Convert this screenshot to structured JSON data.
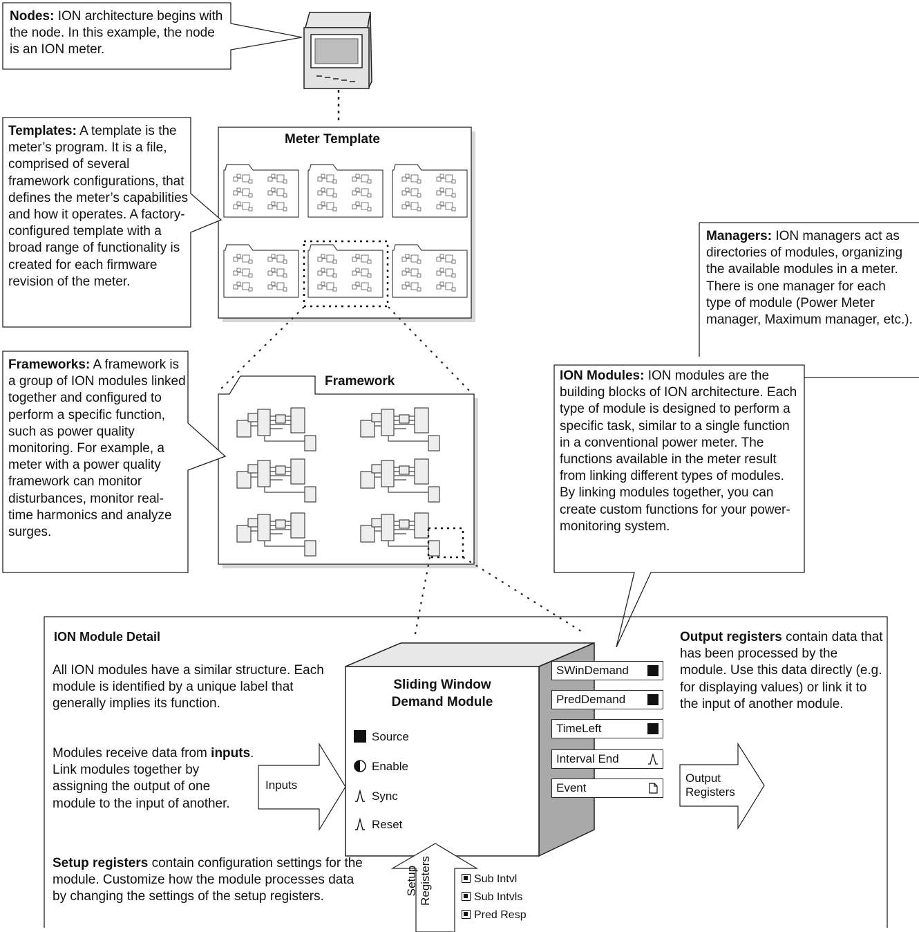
{
  "nodes": {
    "title": "Nodes:",
    "text": "ION architecture begins with the node. In this example, the node is an ION meter."
  },
  "templates": {
    "title": "Templates:",
    "text": "A template is the meter’s program. It is a file, comprised of several framework configurations, that defines the meter’s capabilities and how it operates. A factory-configured template with a broad range of functionality is created for each firmware revision of the meter."
  },
  "frameworks": {
    "title": "Frameworks:",
    "text": "A framework is a group of ION modules linked together and configured to perform a specific function, such as power quality monitoring. For example, a meter with a power quality framework can monitor disturbances, monitor real-time harmonics and analyze surges."
  },
  "managers": {
    "title": "Managers:",
    "text": "ION managers act as directories of modules, organizing the available modules in a meter. There is one manager for each type of module (Power Meter manager, Maximum manager, etc.)."
  },
  "ion_modules": {
    "title": "ION Modules:",
    "text": "ION modules are the building blocks of ION architecture. Each type of module is designed to perform a specific task, similar to a single function in a conventional power meter. The functions available in the meter result from linking different types of modules. By linking modules together, you can create custom functions for your power-monitoring system."
  },
  "meter_template_label": "Meter Template",
  "framework_label": "Framework",
  "detail": {
    "title": "ION Module Detail",
    "structure_text": "All ION modules have a similar structure. Each module is identified by a unique label that generally implies its function.",
    "inputs_pre": "Modules receive data from ",
    "inputs_bold": "inputs",
    "inputs_post": ". Link modules together by assigning the output of one module to the input of another.",
    "setup_bold": "Setup registers",
    "setup_post": " contain configuration settings for the module. Customize how the module processes data by changing the settings of the setup registers.",
    "output_bold": "Output registers",
    "output_post": " contain data that has been processed by the module. Use this data directly (e.g. for displaying values) or link it to the input of another module.",
    "module_name_line1": "Sliding Window",
    "module_name_line2": "Demand Module",
    "inputs": [
      {
        "label": "Source",
        "icon": "numeric-square-icon"
      },
      {
        "label": "Enable",
        "icon": "boolean-half-circle-icon"
      },
      {
        "label": "Sync",
        "icon": "pulse-icon"
      },
      {
        "label": "Reset",
        "icon": "pulse-icon"
      }
    ],
    "outputs": [
      {
        "label": "SWinDemand",
        "icon": "numeric-square-icon"
      },
      {
        "label": "PredDemand",
        "icon": "numeric-square-icon"
      },
      {
        "label": "TimeLeft",
        "icon": "numeric-square-icon"
      },
      {
        "label": "Interval End",
        "icon": "pulse-icon"
      },
      {
        "label": "Event",
        "icon": "event-document-icon"
      }
    ],
    "inputs_arrow_label": "Inputs",
    "output_arrow_label_1": "Output",
    "output_arrow_label_2": "Registers",
    "setup_arrow_label_1": "Setup",
    "setup_arrow_label_2": "Registers",
    "setup_registers": [
      "Sub Intvl",
      "Sub Intvls",
      "Pred Resp"
    ]
  }
}
